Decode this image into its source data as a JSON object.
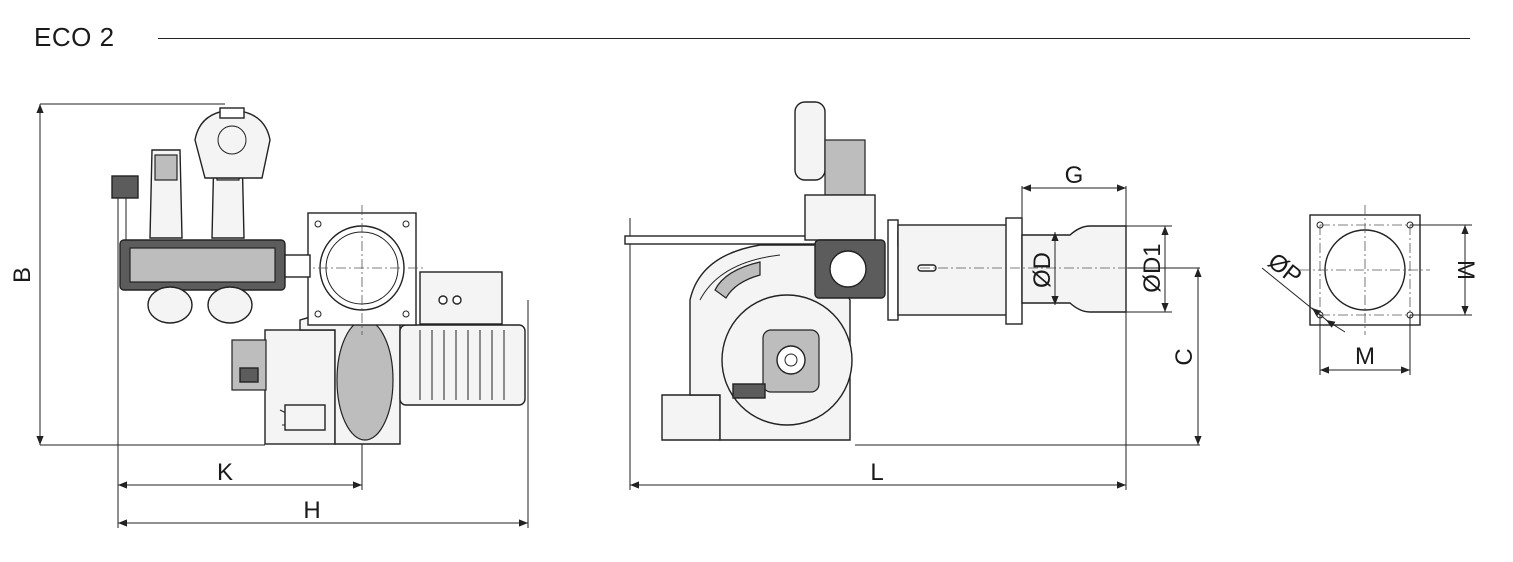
{
  "title": "ECO 2",
  "dimensions": {
    "B": "B",
    "K": "K",
    "H": "H",
    "L": "L",
    "G": "G",
    "D": "ØD",
    "D1": "ØD1",
    "C": "C",
    "P": "ØP",
    "M_vertical": "M",
    "M_horizontal": "M"
  },
  "colors": {
    "line": "#222222",
    "dark_fill": "#5c5c5c",
    "light_fill": "#f4f4f4"
  }
}
